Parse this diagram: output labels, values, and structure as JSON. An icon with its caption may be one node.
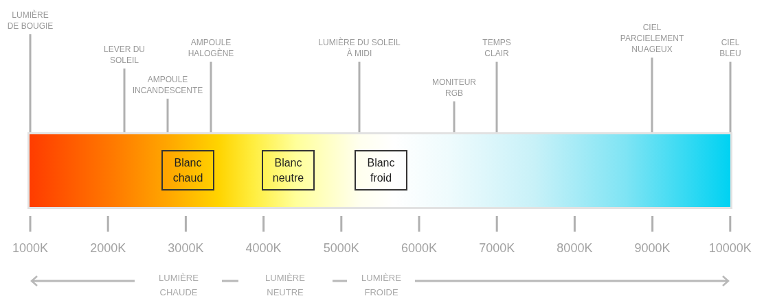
{
  "diagram": {
    "nodes": [
      {
        "text": [],
        "shape": "bar"
      },
      {
        "text": [
          "Blanc chaud"
        ],
        "in": 0
      },
      {
        "text": [
          "Blanc neutre"
        ],
        "in": 0
      },
      {
        "text": [
          "Blanc froid"
        ],
        "in": 0
      },
      {
        "text": [
          "LUMIÈRE DE BOUGIE"
        ]
      },
      {
        "text": [
          "LEVER DU SOLEIL"
        ]
      },
      {
        "text": [
          "AMPOULE INCANDESCENTE"
        ]
      },
      {
        "text": [
          "AMPOULE HALOGÈNE"
        ]
      },
      {
        "text": [
          "LUMIÈRE DU SOLEIL À MIDI"
        ]
      },
      {
        "text": [
          "MONITEUR RGB"
        ]
      },
      {
        "text": [
          "TEMPS CLAIR"
        ]
      },
      {
        "text": [
          "CIEL PARCIELEMENT NUAGEUX"
        ]
      },
      {
        "text": [
          "CIEL BLEU"
        ]
      }
    ],
    "edges": [
      {
        "from": 4,
        "to": 0,
        "arrow": "none"
      },
      {
        "from": 5,
        "to": 0,
        "arrow": "none"
      },
      {
        "from": 6,
        "to": 0,
        "arrow": "none"
      },
      {
        "from": 7,
        "to": 0,
        "arrow": "none"
      },
      {
        "from": 8,
        "to": 0,
        "arrow": "none"
      },
      {
        "from": 9,
        "to": 0,
        "arrow": "none"
      },
      {
        "from": 10,
        "to": 0,
        "arrow": "none"
      },
      {
        "from": 11,
        "to": 0,
        "arrow": "none"
      },
      {
        "from": 12,
        "to": 0,
        "arrow": "none"
      }
    ],
    "labels": [
      "1000K",
      "2000K",
      "3000K",
      "4000K",
      "5000K",
      "6000K",
      "7000K",
      "8000K",
      "9000K",
      "10000K",
      "LUMIÈRE CHAUDE",
      "LUMIÈRE NEUTRE",
      "LUMIÈRE FROIDE"
    ]
  }
}
